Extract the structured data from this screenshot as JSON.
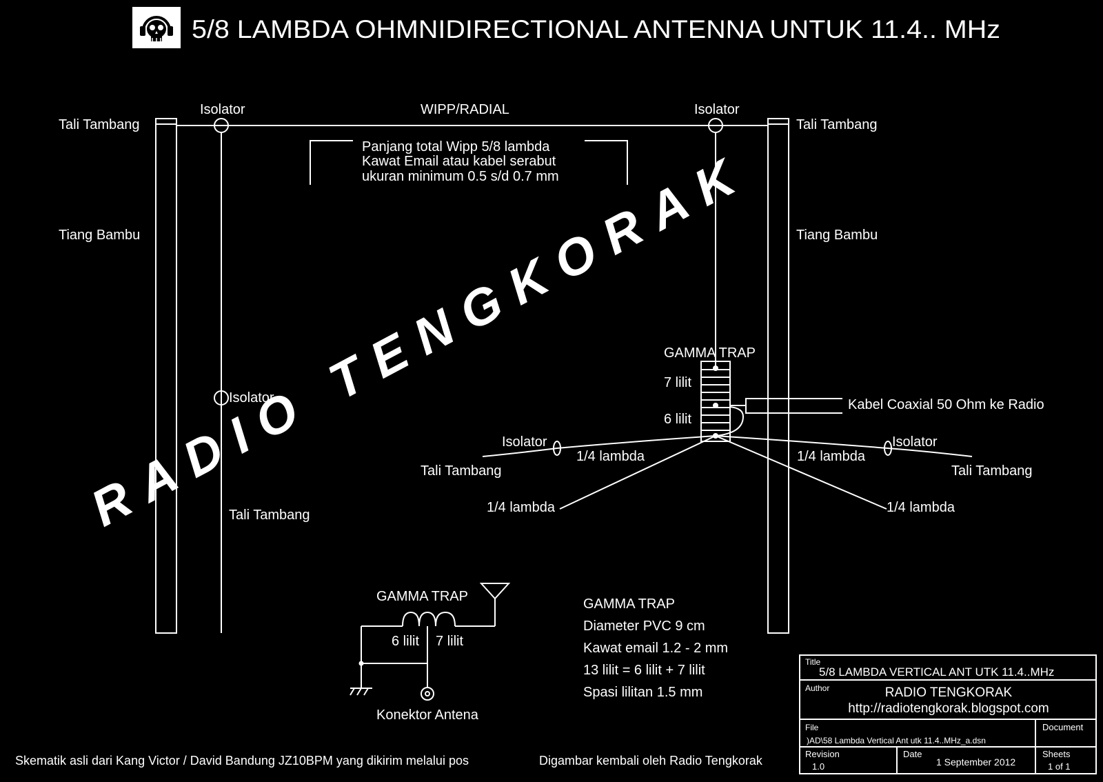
{
  "title": "5/8 LAMBDA OHMNIDIRECTIONAL  ANTENNA UNTUK 11.4.. MHz",
  "logo_icon": "skull-headphones-icon",
  "watermark": "RADIO TENGKORAK",
  "labels": {
    "tali_tambang": "Tali Tambang",
    "isolator": "Isolator",
    "wipp_radial": "WIPP/RADIAL",
    "tiang_bambu": "Tiang Bambu",
    "gamma_trap": "GAMMA TRAP",
    "lilit_7": "7 lilit",
    "lilit_6": "6 lilit",
    "kabel_coax": "Kabel Coaxial 50 Ohm ke Radio",
    "quarter_lambda": "1/4 lambda",
    "konektor": "Konektor Antena"
  },
  "note_box": [
    "Panjang total Wipp 5/8 lambda",
    "Kawat Email atau kabel serabut",
    "ukuran minimum 0.5 s/d 0.7 mm"
  ],
  "gamma_spec": [
    "GAMMA TRAP",
    "Diameter PVC 9 cm",
    "Kawat email 1.2 - 2 mm",
    "13 lilit = 6 lilit + 7 lilit",
    "Spasi lilitan 1.5 mm"
  ],
  "footer": {
    "left": "Skematik asli dari Kang Victor / David Bandung JZ10BPM yang dikirim melalui pos",
    "right": "Digambar kembali oleh Radio Tengkorak"
  },
  "title_block": {
    "title_label": "Title",
    "title_value": "5/8 LAMBDA VERTICAL ANT UTK 11.4..MHz",
    "author_label": "Author",
    "author_name": "RADIO TENGKORAK",
    "author_url": "http://radiotengkorak.blogspot.com",
    "file_label": "File",
    "file_value": ")AD\\58 Lambda Vertical Ant utk 11.4..MHz_a.dsn",
    "document_label": "Document",
    "revision_label": "Revision",
    "revision_value": "1.0",
    "date_label": "Date",
    "date_value": "1 September 2012",
    "sheets_label": "Sheets",
    "sheets_value": "1 of 1"
  }
}
